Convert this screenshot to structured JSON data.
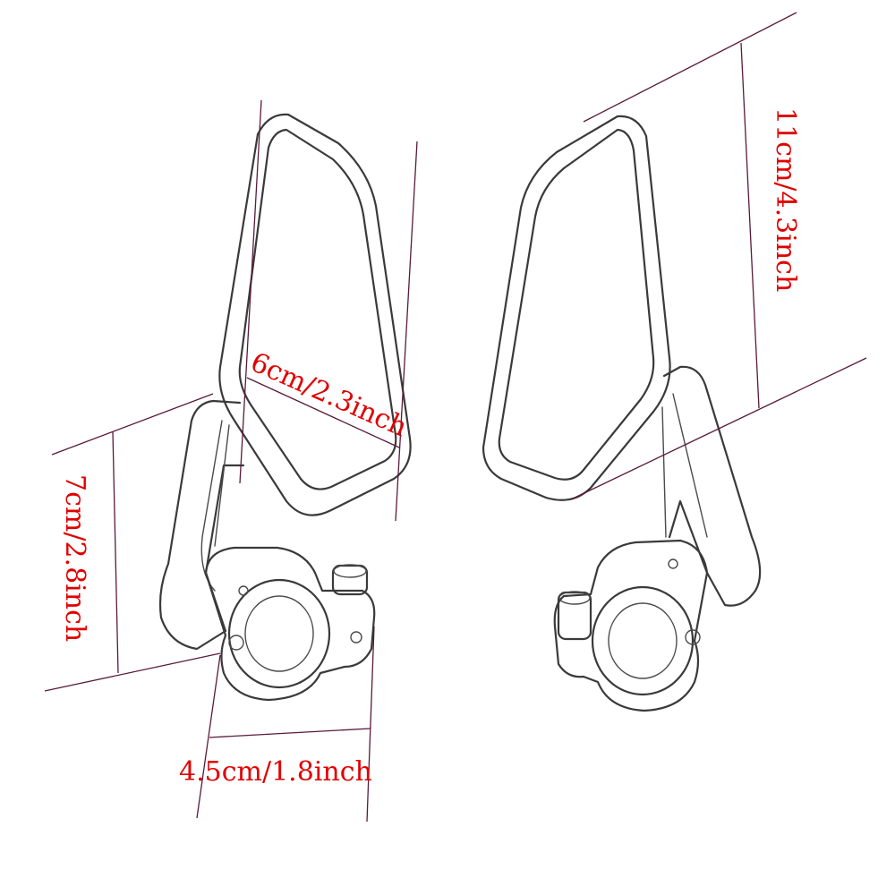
{
  "dimensions": {
    "glass_width": "6cm/2.3inch",
    "total_height": "11cm/4.3inch",
    "arm_height": "7cm/2.8inch",
    "clamp_width": "4.5cm/1.8inch"
  },
  "colors": {
    "label": "#e00000",
    "dimension_line": "#5a1a3a",
    "outline": "#3a3a3a",
    "background": "#ffffff"
  }
}
